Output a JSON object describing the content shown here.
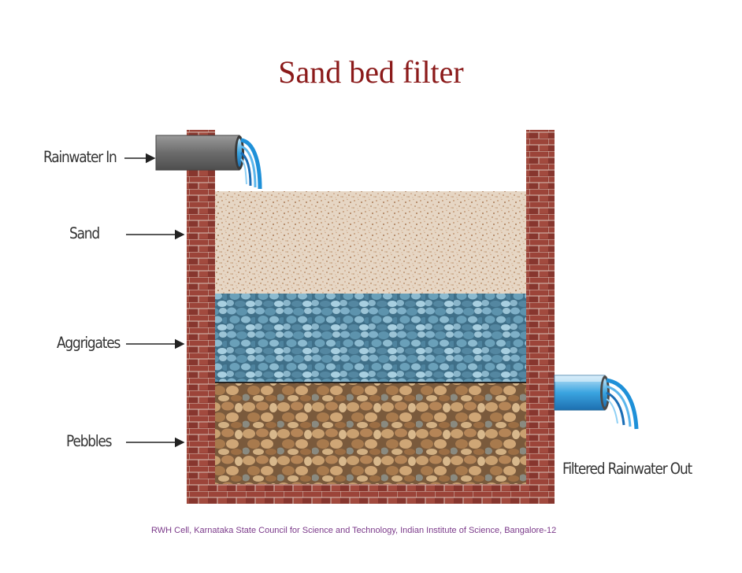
{
  "title": "Sand bed filter",
  "labels": {
    "rainwater_in": "Rainwater In",
    "sand": "Sand",
    "aggregates": "Aggrigates",
    "pebbles": "Pebbles",
    "filtered_out": "Filtered Rainwater Out"
  },
  "footer": "RWH Cell, Karnataka State Council for Science and Technology, Indian Institute of Science, Bangalore-12",
  "colors": {
    "title": "#8b1a1a",
    "brick": "#8e3b33",
    "sand": "#e8d9c8",
    "aggregates": "#5b8ea8",
    "pebbles": "#b08a5e",
    "water": "#1e90d8",
    "pipe": "#6a6a6a",
    "footer": "#7b3a8a"
  }
}
